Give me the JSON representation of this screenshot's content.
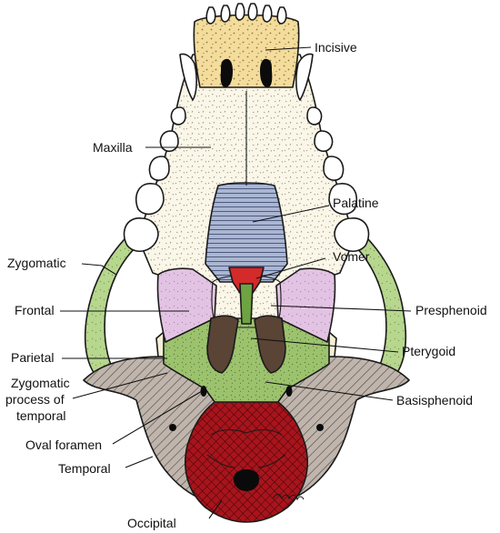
{
  "labels": {
    "incisive": "Incisive",
    "maxilla": "Maxilla",
    "palatine": "Palatine",
    "zygomatic": "Zygomatic",
    "vomer": "Vomer",
    "frontal": "Frontal",
    "presphenoid": "Presphenoid",
    "parietal": "Parietal",
    "pterygoid": "Pterygoid",
    "zygomatic_process_line1": "Zygomatic",
    "zygomatic_process_line2": "process of",
    "zygomatic_process_line3": "temporal",
    "basisphenoid": "Basisphenoid",
    "oval_foramen": "Oval foramen",
    "temporal": "Temporal",
    "occipital": "Occipital"
  },
  "colors": {
    "incisive": "#f3dc9c",
    "maxilla": "#faf6e8",
    "palatine": "#aab6d2",
    "zygomatic": "#b7d68e",
    "vomer": "#d42a2a",
    "frontal": "#e3c3e3",
    "presphenoid": "#6fa342",
    "parietal": "#f3efd6",
    "pterygoid": "#5a4436",
    "basisphenoid": "#9cc26e",
    "temporal": "#bfb5ad",
    "occipital": "#a8141c",
    "teeth": "#ffffff"
  }
}
